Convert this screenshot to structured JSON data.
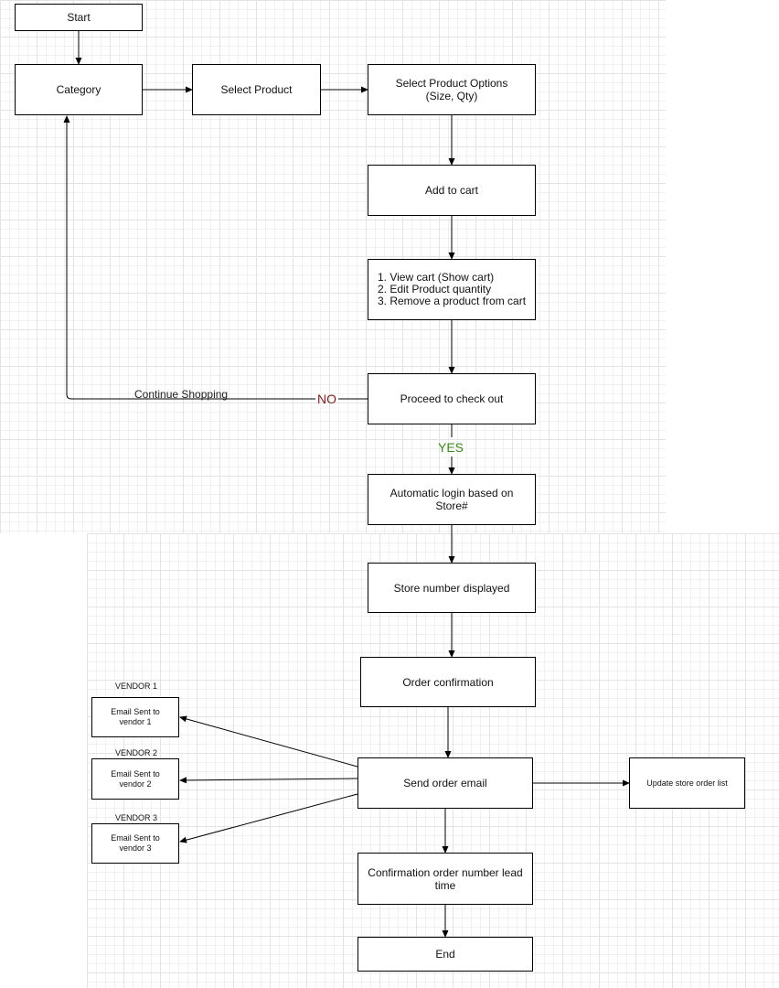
{
  "flow": {
    "start": "Start",
    "category": "Category",
    "select_product": "Select Product",
    "select_options": "Select Product Options\n(Size, Qty)",
    "add_to_cart": "Add to cart",
    "cart_actions": "1. View cart (Show cart)\n2. Edit Product quantity\n3. Remove a product from cart",
    "proceed_checkout": "Proceed to check out",
    "auto_login": "Automatic login based on\nStore#",
    "store_number": "Store number displayed",
    "order_confirmation": "Order confirmation",
    "send_email": "Send order  email",
    "update_list": "Update store order list",
    "confirmation_lead": "Confirmation order number lead\ntime",
    "end": "End"
  },
  "vendors": [
    {
      "title": "VENDOR 1",
      "box": "Email Sent to\nvendor 1"
    },
    {
      "title": "VENDOR 2",
      "box": "Email Sent to\nvendor 2"
    },
    {
      "title": "VENDOR 3",
      "box": "Email Sent to\nvendor 3"
    }
  ],
  "edge_labels": {
    "continue_shopping": "Continue Shopping",
    "no": "NO",
    "yes": "YES"
  },
  "colors": {
    "no_label": "#7b2020",
    "yes_label": "#3b8a1f"
  }
}
